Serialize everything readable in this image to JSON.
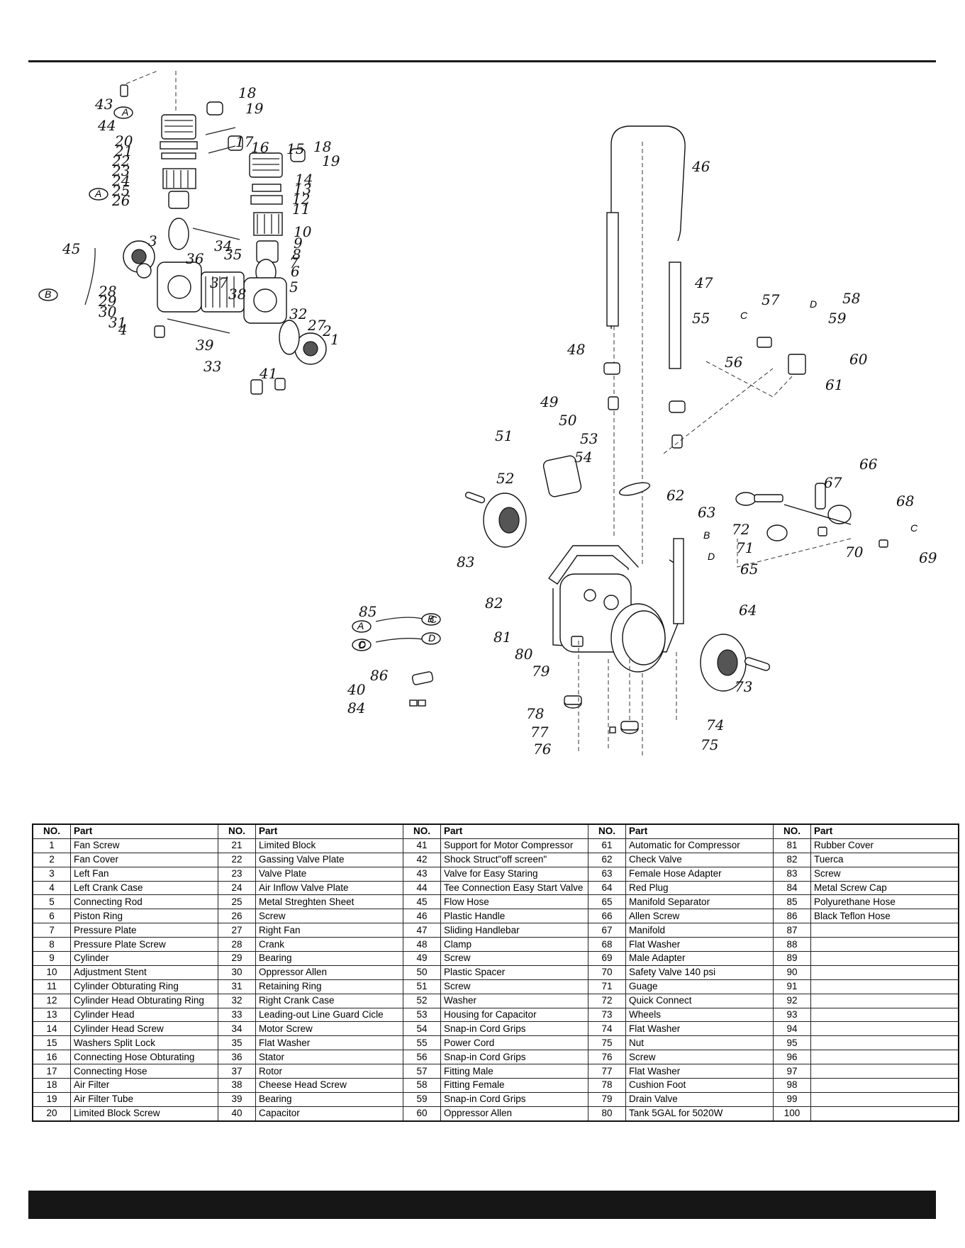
{
  "callouts": [
    "1",
    "2",
    "3",
    "4",
    "5",
    "6",
    "7",
    "8",
    "9",
    "10",
    "11",
    "12",
    "13",
    "14",
    "15",
    "16",
    "17",
    "18",
    "18",
    "19",
    "19",
    "20",
    "21",
    "22",
    "23",
    "24",
    "25",
    "26",
    "27",
    "28",
    "29",
    "30",
    "31",
    "32",
    "33",
    "34",
    "35",
    "36",
    "37",
    "38",
    "39",
    "40",
    "41",
    "43",
    "44",
    "45",
    "46",
    "47",
    "48",
    "49",
    "50",
    "51",
    "52",
    "53",
    "54",
    "55",
    "56",
    "57",
    "58",
    "59",
    "60",
    "61",
    "62",
    "63",
    "64",
    "65",
    "66",
    "67",
    "68",
    "69",
    "70",
    "71",
    "72",
    "73",
    "74",
    "75",
    "76",
    "77",
    "78",
    "79",
    "80",
    "81",
    "82",
    "83",
    "84",
    "85",
    "86"
  ],
  "letters": [
    "A",
    "A",
    "A",
    "B",
    "B",
    "B",
    "C",
    "C",
    "C",
    "C",
    "D",
    "D",
    "D",
    "D"
  ],
  "table": {
    "header_no": "NO.",
    "header_part": "Part",
    "columns": [
      [
        [
          "1",
          "Fan Screw"
        ],
        [
          "2",
          "Fan Cover"
        ],
        [
          "3",
          "Left Fan"
        ],
        [
          "4",
          "Left Crank Case"
        ],
        [
          "5",
          "Connecting Rod"
        ],
        [
          "6",
          "Piston Ring"
        ],
        [
          "7",
          "Pressure Plate"
        ],
        [
          "8",
          "Pressure Plate Screw"
        ],
        [
          "9",
          "Cylinder"
        ],
        [
          "10",
          "Adjustment Stent"
        ],
        [
          "11",
          "Cylinder Obturating Ring"
        ],
        [
          "12",
          "Cylinder Head Obturating Ring"
        ],
        [
          "13",
          "Cylinder Head"
        ],
        [
          "14",
          "Cylinder Head Screw"
        ],
        [
          "15",
          "Washers Split Lock"
        ],
        [
          "16",
          "Connecting Hose Obturating"
        ],
        [
          "17",
          "Connecting Hose"
        ],
        [
          "18",
          "Air Filter"
        ],
        [
          "19",
          "Air Filter Tube"
        ],
        [
          "20",
          "Limited Block Screw"
        ]
      ],
      [
        [
          "21",
          "Limited Block"
        ],
        [
          "22",
          "Gassing Valve Plate"
        ],
        [
          "23",
          "Valve Plate"
        ],
        [
          "24",
          "Air Inflow Valve Plate"
        ],
        [
          "25",
          "Metal Streghten Sheet"
        ],
        [
          "26",
          "Screw"
        ],
        [
          "27",
          "Right Fan"
        ],
        [
          "28",
          "Crank"
        ],
        [
          "29",
          "Bearing"
        ],
        [
          "30",
          "Oppressor Allen"
        ],
        [
          "31",
          "Retaining Ring"
        ],
        [
          "32",
          "Right Crank Case"
        ],
        [
          "33",
          "Leading-out Line Guard Cicle"
        ],
        [
          "34",
          "Motor Screw"
        ],
        [
          "35",
          "Flat Washer"
        ],
        [
          "36",
          "Stator"
        ],
        [
          "37",
          "Rotor"
        ],
        [
          "38",
          "Cheese Head Screw"
        ],
        [
          "39",
          "Bearing"
        ],
        [
          "40",
          "Capacitor"
        ]
      ],
      [
        [
          "41",
          "Support for Motor Compressor"
        ],
        [
          "42",
          "Shock Struct\"off screen\""
        ],
        [
          "43",
          "Valve for Easy Staring"
        ],
        [
          "44",
          "Tee Connection Easy Start Valve"
        ],
        [
          "45",
          "Flow Hose"
        ],
        [
          "46",
          "Plastic Handle"
        ],
        [
          "47",
          "Sliding Handlebar"
        ],
        [
          "48",
          "Clamp"
        ],
        [
          "49",
          "Screw"
        ],
        [
          "50",
          "Plastic Spacer"
        ],
        [
          "51",
          "Screw"
        ],
        [
          "52",
          "Washer"
        ],
        [
          "53",
          "Housing for Capacitor"
        ],
        [
          "54",
          "Snap-in Cord Grips"
        ],
        [
          "55",
          "Power Cord"
        ],
        [
          "56",
          "Snap-in Cord Grips"
        ],
        [
          "57",
          "Fitting Male"
        ],
        [
          "58",
          "Fitting Female"
        ],
        [
          "59",
          "Snap-in Cord Grips"
        ],
        [
          "60",
          "Oppressor Allen"
        ]
      ],
      [
        [
          "61",
          "Automatic for Compressor"
        ],
        [
          "62",
          "Check Valve"
        ],
        [
          "63",
          "Female Hose Adapter"
        ],
        [
          "64",
          "Red Plug"
        ],
        [
          "65",
          "Manifold Separator"
        ],
        [
          "66",
          "Allen Screw"
        ],
        [
          "67",
          "Manifold"
        ],
        [
          "68",
          "Flat Washer"
        ],
        [
          "69",
          "Male Adapter"
        ],
        [
          "70",
          "Safety Valve 140 psi"
        ],
        [
          "71",
          "Guage"
        ],
        [
          "72",
          "Quick Connect"
        ],
        [
          "73",
          "Wheels"
        ],
        [
          "74",
          "Flat Washer"
        ],
        [
          "75",
          "Nut"
        ],
        [
          "76",
          "Screw"
        ],
        [
          "77",
          "Flat Washer"
        ],
        [
          "78",
          "Cushion Foot"
        ],
        [
          "79",
          "Drain Valve"
        ],
        [
          "80",
          "Tank 5GAL for 5020W"
        ]
      ],
      [
        [
          "81",
          "Rubber Cover"
        ],
        [
          "82",
          "Tuerca"
        ],
        [
          "83",
          "Screw"
        ],
        [
          "84",
          "Metal Screw Cap"
        ],
        [
          "85",
          "Polyurethane Hose"
        ],
        [
          "86",
          "Black Teflon Hose"
        ],
        [
          "87",
          ""
        ],
        [
          "88",
          ""
        ],
        [
          "89",
          ""
        ],
        [
          "90",
          ""
        ],
        [
          "91",
          ""
        ],
        [
          "92",
          ""
        ],
        [
          "93",
          ""
        ],
        [
          "94",
          ""
        ],
        [
          "95",
          ""
        ],
        [
          "96",
          ""
        ],
        [
          "97",
          ""
        ],
        [
          "98",
          ""
        ],
        [
          "99",
          ""
        ],
        [
          "100",
          ""
        ]
      ]
    ]
  }
}
